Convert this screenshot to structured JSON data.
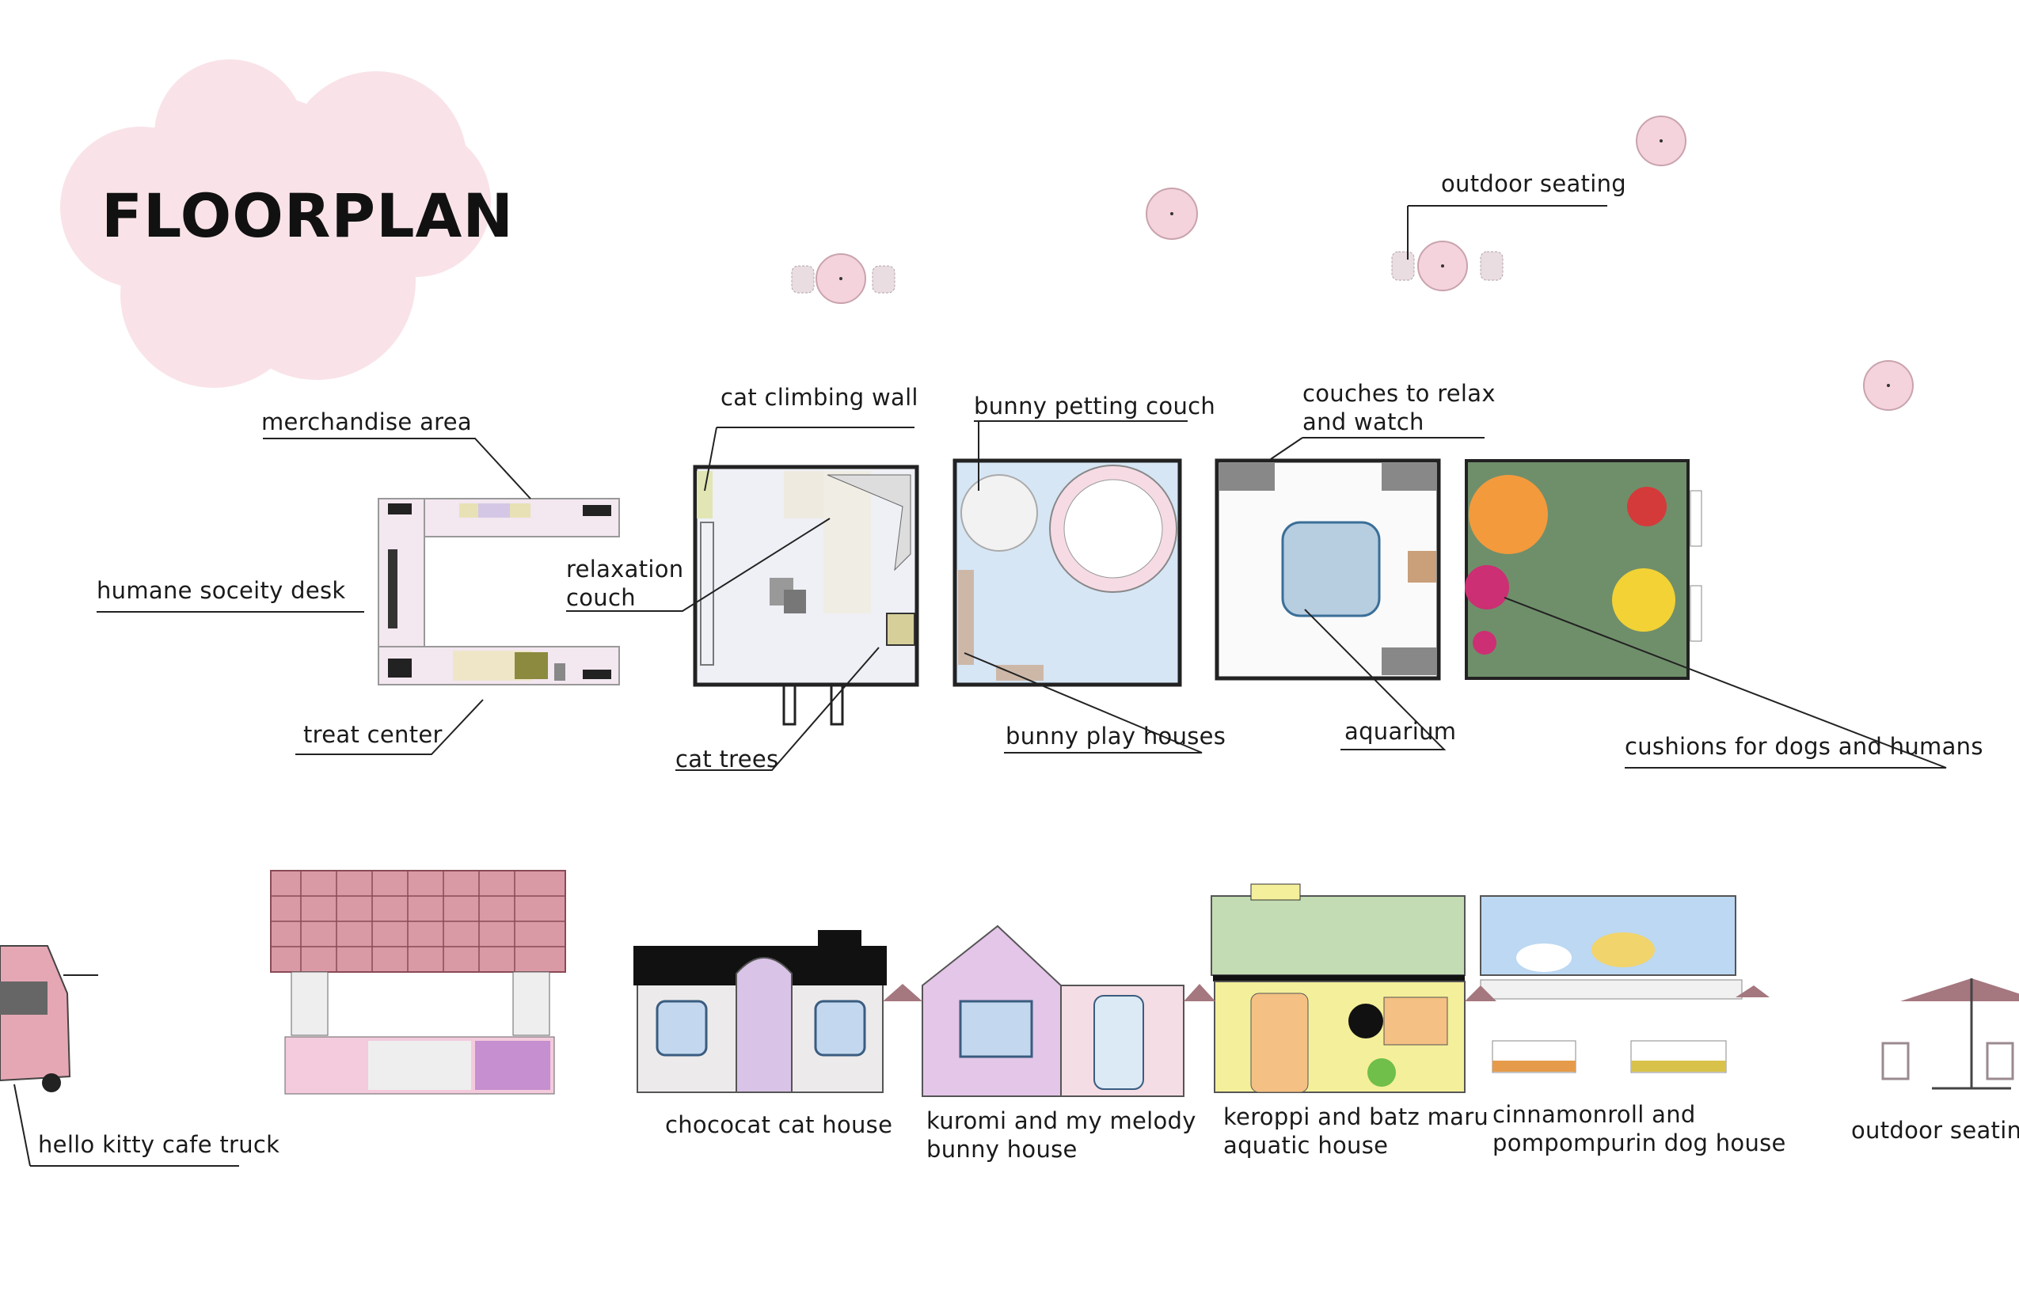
{
  "title": "FLOORPLAN",
  "colors": {
    "cloud": "#f9e3e8",
    "roof_pink": "#d99aa6",
    "water_blue": "#d6e6f5",
    "grass": "#6f8f6a",
    "cushion_orange": "#f39a3d",
    "cushion_red": "#d43a3a",
    "cushion_magenta": "#cc2f73",
    "cushion_yellow": "#f2d235",
    "house_lavender": "#d9c3e6",
    "house_yellow": "#f4ef9a",
    "truck_pink": "#e6a7b4"
  },
  "labels": {
    "outdoor_seating_top": "outdoor seating",
    "merchandise": "merchandise area",
    "humane": "humane soceity desk",
    "treat": "treat center",
    "cat_climbing": "cat climbing wall",
    "relaxation_l1": "relaxation",
    "relaxation_l2": "couch",
    "cat_trees": "cat trees",
    "bunny_couch": "bunny petting couch",
    "bunny_houses": "bunny play houses",
    "couches_l1": "couches to relax",
    "couches_l2": "and watch",
    "aquarium": "aquarium",
    "cushions": "cushions for dogs and humans",
    "truck": "hello kitty cafe truck",
    "chococat": "chococat cat house",
    "kuromi_l1": "kuromi and my melody",
    "kuromi_l2": "bunny house",
    "keroppi_l1": "keroppi and batz maru",
    "keroppi_l2": "aquatic house",
    "cinnamon_l1": "cinnamonroll and",
    "cinnamon_l2": "pompompurin dog house",
    "outdoor_seating_bottom": "outdoor seating"
  },
  "icons": [
    "cloud-shape",
    "table-icon",
    "chair-icon",
    "umbrella-icon",
    "truck-icon",
    "house-icon"
  ]
}
